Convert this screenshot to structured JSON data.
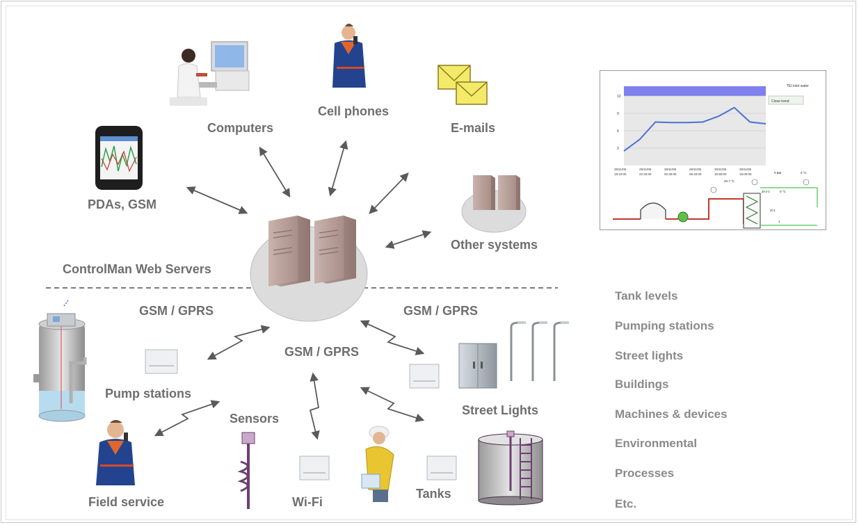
{
  "nodes": {
    "computers": "Computers",
    "cell_phones": "Cell phones",
    "emails": "E-mails",
    "pdas": "PDAs, GSM",
    "other_systems": "Other systems",
    "web_servers": "ControlMan Web Servers",
    "gsm_left": "GSM / GPRS",
    "gsm_right": "GSM / GPRS",
    "gsm_center": "GSM / GPRS",
    "pump_stations": "Pump stations",
    "street_lights": "Street Lights",
    "sensors": "Sensors",
    "field_service": "Field service",
    "wifi": "Wi-Fi",
    "tanks": "Tanks"
  },
  "applications": [
    "Tank levels",
    "Pumping stations",
    "Street lights",
    "Buildings",
    "Machines & devices",
    "Environmental",
    "Processes",
    "Etc."
  ],
  "trend_window": {
    "title": "TEI inlet water",
    "close_button": "Close trend",
    "y_ticks": [
      "12",
      "9",
      "6",
      "3"
    ],
    "x_ticks": [
      {
        "date": "25/11/06",
        "time": "18:10:00"
      },
      {
        "date": "25/11/06",
        "time": "22:20:00"
      },
      {
        "date": "26/11/06",
        "time": "02:30:00"
      },
      {
        "date": "26/11/06",
        "time": "06:40:00"
      },
      {
        "date": "26/11/06",
        "time": "10:50:00"
      },
      {
        "date": "26/11/06",
        "time": "15:00:00"
      }
    ],
    "series_values": [
      2.5,
      4.5,
      7.5,
      7.4,
      7.4,
      7.5,
      8.5,
      10.0,
      7.5,
      7.2
    ],
    "ylim": [
      0,
      12
    ],
    "colors": {
      "band": "#8080ee",
      "line": "#4a6fd6",
      "plot_bg": "#e8e8e8"
    },
    "schematic_labels": {
      "bar": "0 Bar",
      "deg1": "0 °C",
      "deg2": "0 °C",
      "temp": "20.7 °C",
      "zone": "Zt-2-1",
      "z1": "2t-1",
      "one": "1"
    }
  }
}
